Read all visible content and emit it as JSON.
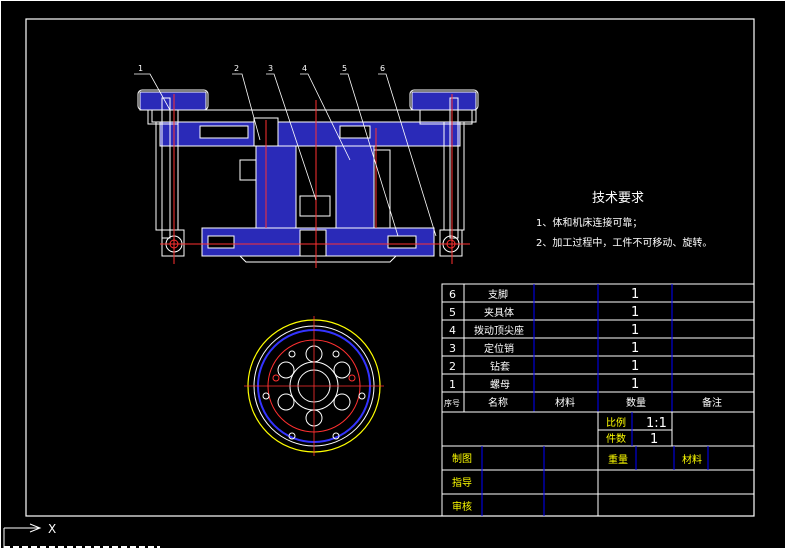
{
  "colors": {
    "background": "#000000",
    "frame": "#ffffff",
    "outline": "#ffffff",
    "section_fill": "#3333cc",
    "center_line": "#ff0000",
    "leader": "#ffffff",
    "table_line": "#ffffff",
    "table_blue": "#0000ff",
    "text": "#ffffff",
    "text_yellow": "#ffff00"
  },
  "balloons": [
    "1",
    "2",
    "3",
    "4",
    "5",
    "6"
  ],
  "tech_requirements": {
    "title": "技术要求",
    "items": [
      "1、体和机床连接可靠；",
      "2、加工过程中，工件不可移动、旋转。"
    ]
  },
  "parts_list": {
    "header": {
      "index": "序号",
      "name": "名称",
      "material": "材料",
      "quantity": "数量",
      "remarks": "备注"
    },
    "rows": [
      {
        "index": "6",
        "name": "支脚",
        "quantity": "1"
      },
      {
        "index": "5",
        "name": "夹具体",
        "quantity": "1"
      },
      {
        "index": "4",
        "name": "拨动顶尖座",
        "quantity": "1"
      },
      {
        "index": "3",
        "name": "定位销",
        "quantity": "1"
      },
      {
        "index": "2",
        "name": "钻套",
        "quantity": "1"
      },
      {
        "index": "1",
        "name": "螺母",
        "quantity": "1"
      }
    ]
  },
  "title_block": {
    "scale_label": "比例",
    "scale_value": "1:1",
    "count_label": "件数",
    "count_value": "1",
    "weight_label": "重量",
    "material_label": "材料",
    "drawn_label": "制图",
    "guide_label": "指导",
    "review_label": "审核"
  },
  "ucs": {
    "x_label": "X"
  }
}
